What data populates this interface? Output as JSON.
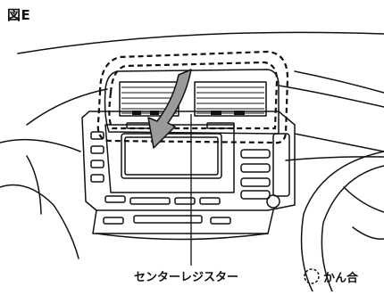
{
  "figure": {
    "title": "図E",
    "callout_label": "センターレジスター",
    "legend_text": "かん合"
  },
  "colors": {
    "ink": "#111111",
    "arrow_fill": "#9a9a9a",
    "background": "#ffffff"
  }
}
